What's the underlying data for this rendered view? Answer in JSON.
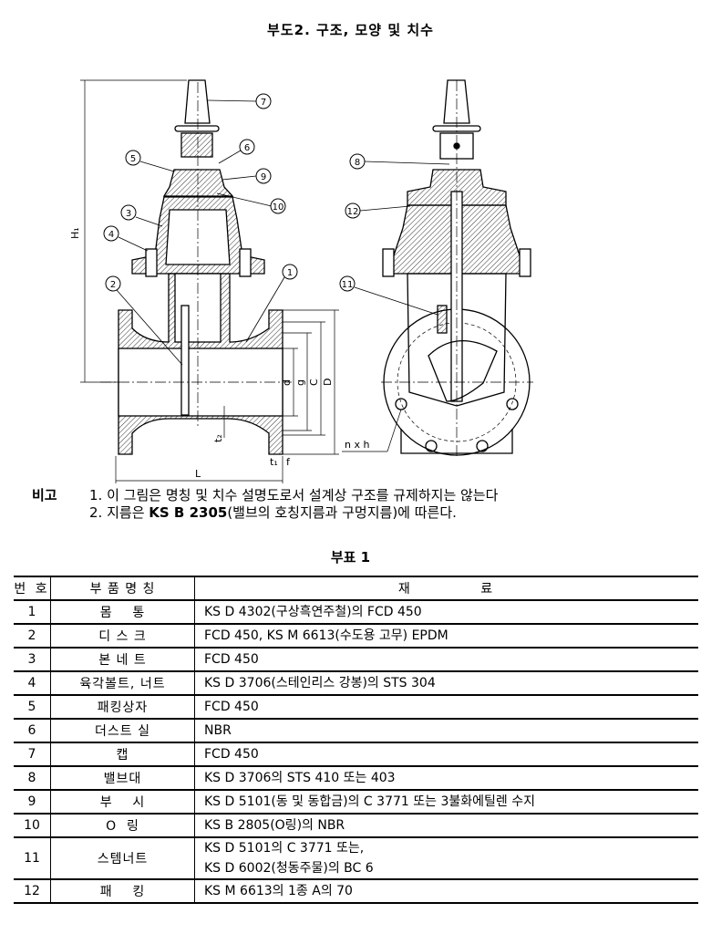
{
  "title": "부도2. 구조, 모양 및 치수",
  "drawing": {
    "callouts": [
      "1",
      "2",
      "3",
      "4",
      "5",
      "6",
      "7",
      "8",
      "9",
      "10",
      "11",
      "12"
    ],
    "dimensions": {
      "H1": "H₁",
      "L": "L",
      "d": "d",
      "g": "g",
      "C": "C",
      "D": "D",
      "t2": "t₂",
      "t1": "t₁",
      "f": "f",
      "nxh": "n x h"
    }
  },
  "notes": {
    "label": "비고",
    "items": [
      {
        "num": "1.",
        "text": "이 그림은 명칭 및 치수 설명도로서 설계상 구조를 규제하지는 않는다"
      },
      {
        "num": "2.",
        "pre": "지름은 ",
        "std": "KS B 2305",
        "text": "(밸브의 호칭지름과 구멍지름)에 따른다."
      }
    ]
  },
  "table": {
    "title": "부표 1",
    "headers": [
      "번 호",
      "부 품 명 칭",
      "재          료"
    ],
    "rows": [
      {
        "no": "1",
        "name": "몸    통",
        "material": [
          "KS D 4302(구상흑연주철)의 FCD 450"
        ]
      },
      {
        "no": "2",
        "name": "디 스 크",
        "material": [
          "FCD 450, KS M 6613(수도용 고무) EPDM"
        ]
      },
      {
        "no": "3",
        "name": "본 네 트",
        "material": [
          "FCD 450"
        ]
      },
      {
        "no": "4",
        "name": "육각볼트, 너트",
        "material": [
          "KS D 3706(스테인리스 강봉)의 STS 304"
        ]
      },
      {
        "no": "5",
        "name": "패킹상자",
        "material": [
          "FCD 450"
        ]
      },
      {
        "no": "6",
        "name": "더스트 실",
        "material": [
          "NBR"
        ]
      },
      {
        "no": "7",
        "name": "캡",
        "material": [
          "FCD 450"
        ]
      },
      {
        "no": "8",
        "name": "밸브대",
        "material": [
          "KS D 3706의 STS 410 또는 403"
        ]
      },
      {
        "no": "9",
        "name": "부    시",
        "material": [
          "KS D 5101(동 및 동합금)의 C 3771 또는 3불화에틸렌 수지"
        ]
      },
      {
        "no": "10",
        "name": "O  링",
        "material": [
          "KS B 2805(O링)의 NBR"
        ]
      },
      {
        "no": "11",
        "name": "스템너트",
        "material": [
          "KS D 5101의 C 3771 또는,",
          "KS D 6002(청동주물)의 BC 6"
        ]
      },
      {
        "no": "12",
        "name": "패    킹",
        "material": [
          "KS M 6613의 1종 A의 70"
        ]
      }
    ]
  }
}
